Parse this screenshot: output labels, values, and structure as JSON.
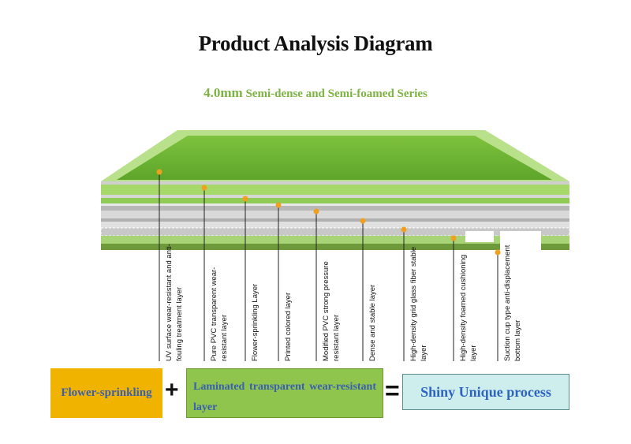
{
  "title": "Product Analysis Diagram",
  "subtitle": {
    "thickness": "4.0mm",
    "series": "Semi-dense and Semi-foamed Series"
  },
  "layers": [
    "UV surface wear-resistant and anti-fouling treatment layer",
    "Pure PVC transparent wear-resistant layer",
    "Flower-sprinkling Layer",
    "Printed colored layer",
    "Modified PVC strong pressure resistant layer",
    "Dense and stable layer",
    "High-density grid glass fiber stable layer",
    "High-density foamed cushioning layer",
    "Suction cup type anti-displacement bottom layer"
  ],
  "formula": {
    "left": "Flower-sprinkling",
    "plus": "+",
    "middle": "Laminated transparent wear-resistant layer",
    "equals": "=",
    "result": "Shiny Unique process"
  },
  "colors": {
    "accent_green": "#7cb342",
    "layer_green": "#9ed25c",
    "marker_orange": "#f0a020",
    "formula_text_blue": "#3a5fb0"
  }
}
